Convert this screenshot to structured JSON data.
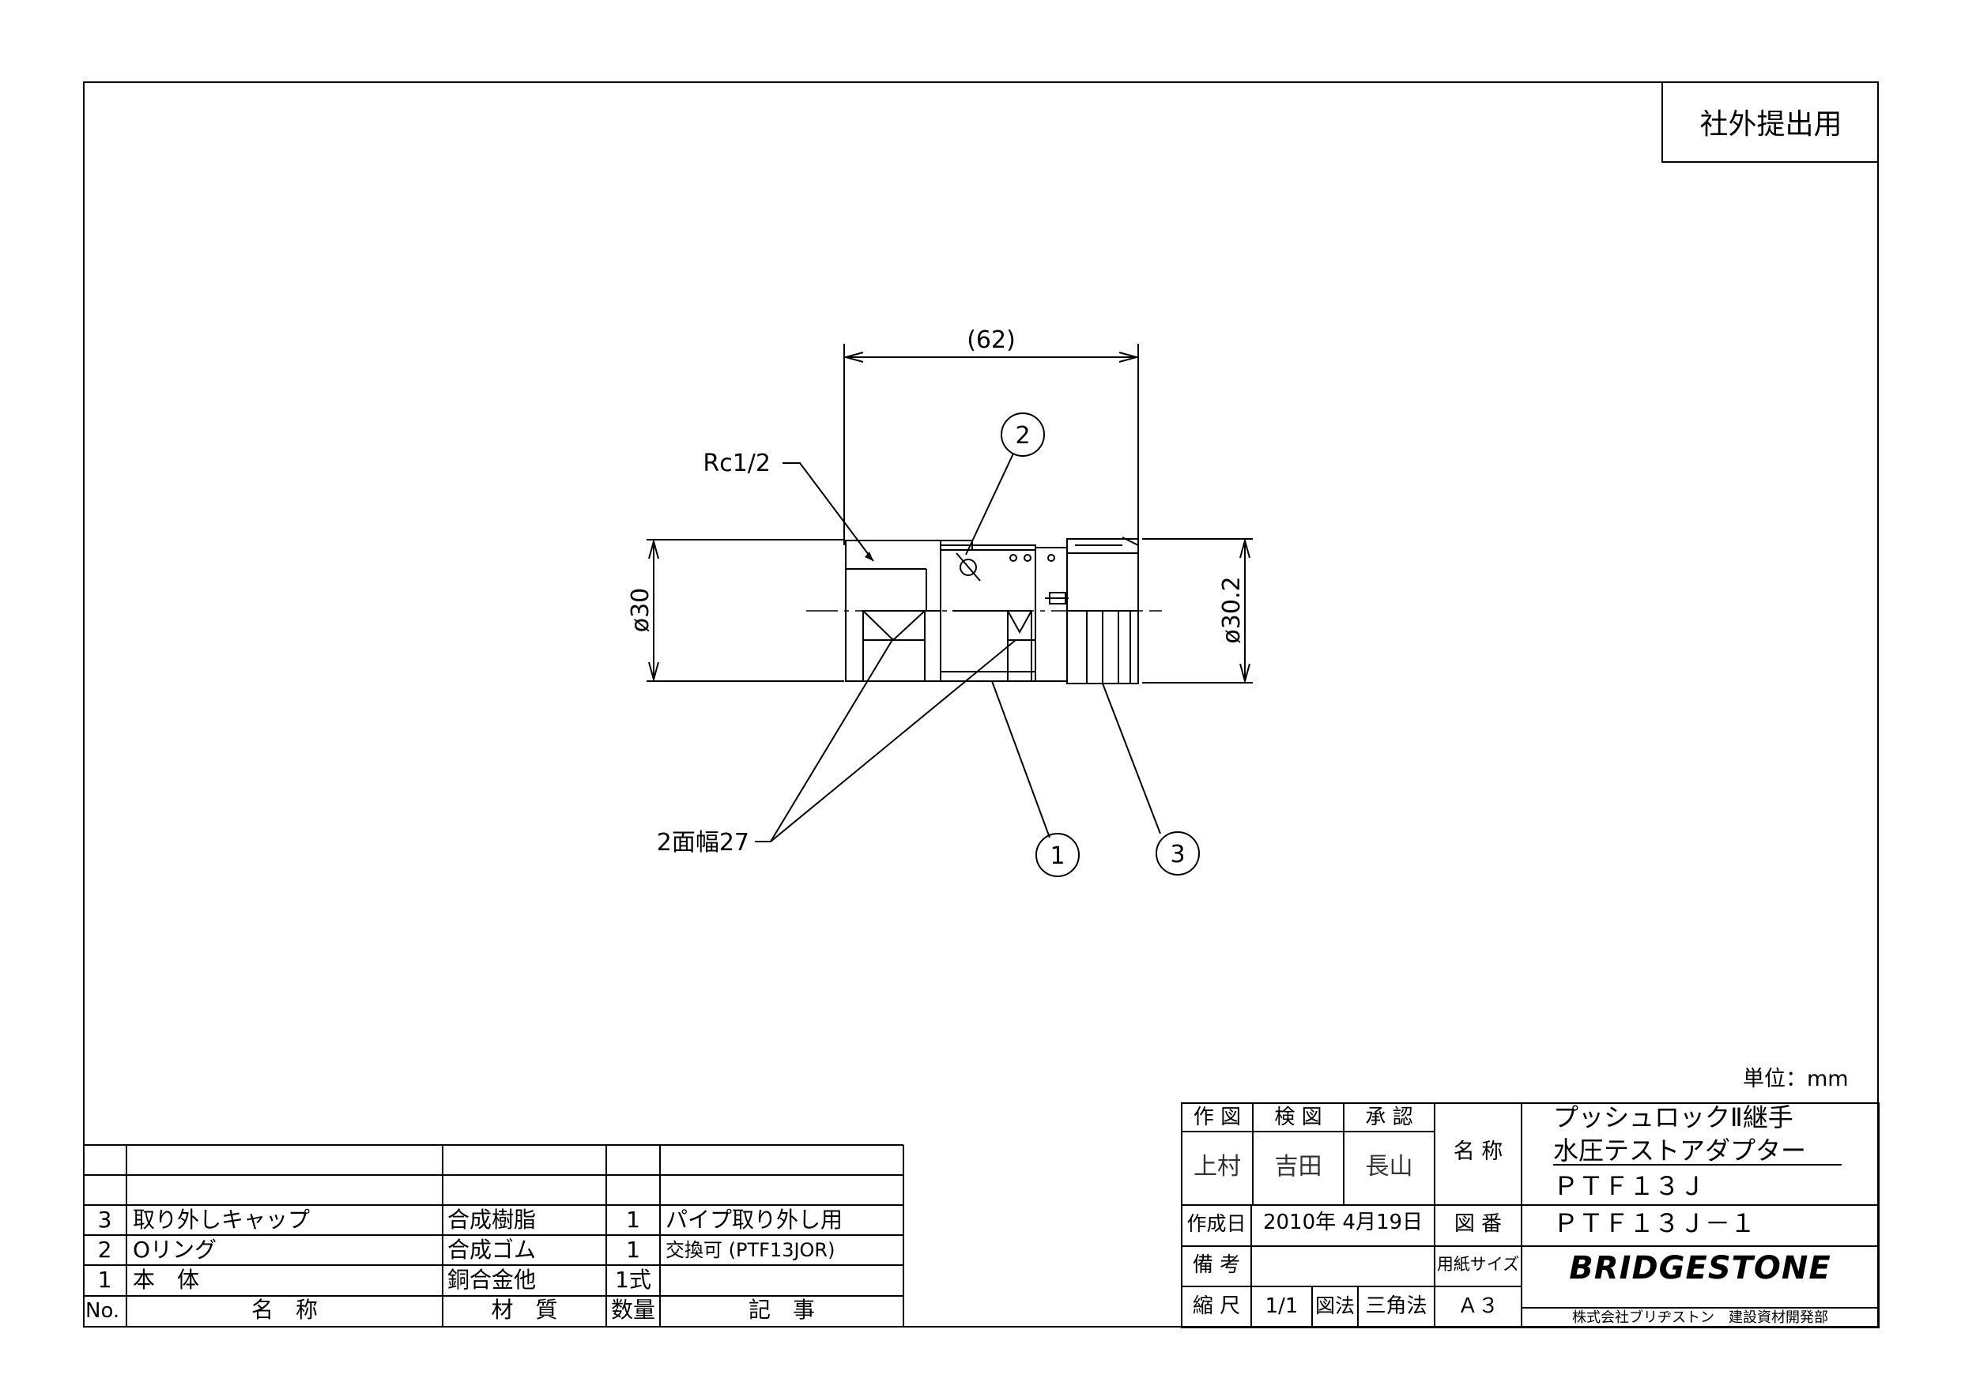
{
  "stamp": "社外提出用",
  "unit": "単位：mm",
  "drawing": {
    "dim_length": "(62)",
    "dim_thread": "Rc1/2",
    "dim_diam_left": "ø30",
    "dim_diam_right": "ø30.2",
    "dim_flats": "2面幅27",
    "balloons": [
      "1",
      "2",
      "3"
    ]
  },
  "parts_table": {
    "header": {
      "no": "No.",
      "name": "名　称",
      "material": "材　質",
      "qty": "数量",
      "note": "記　事"
    },
    "rows": [
      {
        "no": "3",
        "name": "取り外しキャップ",
        "material": "合成樹脂",
        "qty": "1",
        "note": "パイプ取り外し用"
      },
      {
        "no": "2",
        "name": "Oリング",
        "material": "合成ゴム",
        "qty": "1",
        "note": "交換可 (PTF13JOR)"
      },
      {
        "no": "1",
        "name": "本　体",
        "material": "銅合金他",
        "qty": "1式",
        "note": ""
      }
    ]
  },
  "title_block": {
    "drawn_label": "作 図",
    "checked_label": "検 図",
    "approved_label": "承 認",
    "drawn_by": "上村",
    "checked_by": "吉田",
    "approved_by": "長山",
    "name_label": "名 称",
    "name_line1": "プッシュロックⅡ継手",
    "name_line2": "水圧テストアダプター",
    "name_line3": "ＰＴＦ１３Ｊ",
    "date_label": "作成日",
    "date": "2010年 4月19日",
    "dwg_no_label": "図 番",
    "dwg_no": "ＰＴＦ１３Ｊ－１",
    "remarks_label": "備 考",
    "paper_label": "用紙サイズ",
    "brand": "BRIDGESTONE",
    "scale_label": "縮 尺",
    "scale": "1/1",
    "projection_label": "図法",
    "projection": "三角法",
    "paper_size": "Ａ３",
    "company": "株式会社ブリヂストン　建設資材開発部"
  }
}
